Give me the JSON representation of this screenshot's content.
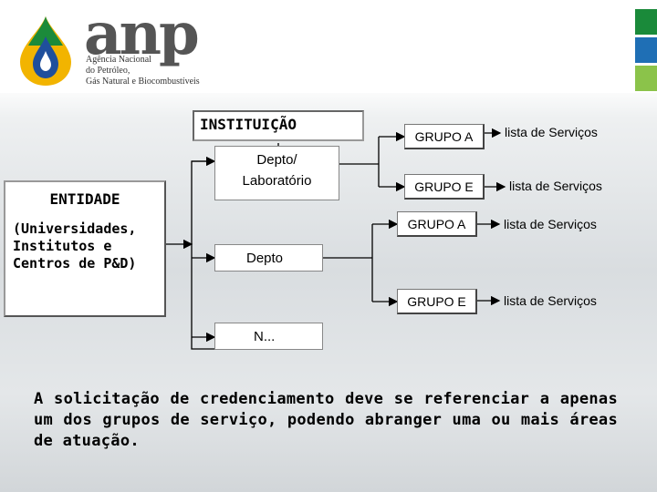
{
  "header": {
    "logo_word": "anp",
    "logo_lines": [
      "Agência Nacional",
      "do Petróleo,",
      "Gás Natural e Biocombustíveis"
    ],
    "stripe_colors": [
      "#1a8a3a",
      "#1f6fb5",
      "#8bc34a"
    ]
  },
  "diagram": {
    "institution": "INSTITUIÇÃO",
    "entity_title": "ENTIDADE",
    "entity_desc": [
      "(Universidades,",
      "Institutos e",
      "Centros de P&D)"
    ],
    "dept_lab": [
      "Depto/",
      "Laboratório"
    ],
    "dept": "Depto",
    "n_more": "N...",
    "groups": [
      "GRUPO  A",
      "GRUPO E",
      "GRUPO A",
      "GRUPO E"
    ],
    "services": [
      "lista de Serviços",
      "lista de Serviços",
      "lista de Serviços",
      "lista de Serviços"
    ]
  },
  "note": "A solicitação de credenciamento  deve se referenciar a apenas um dos grupos de serviço, podendo abranger uma ou mais  áreas de atuação."
}
